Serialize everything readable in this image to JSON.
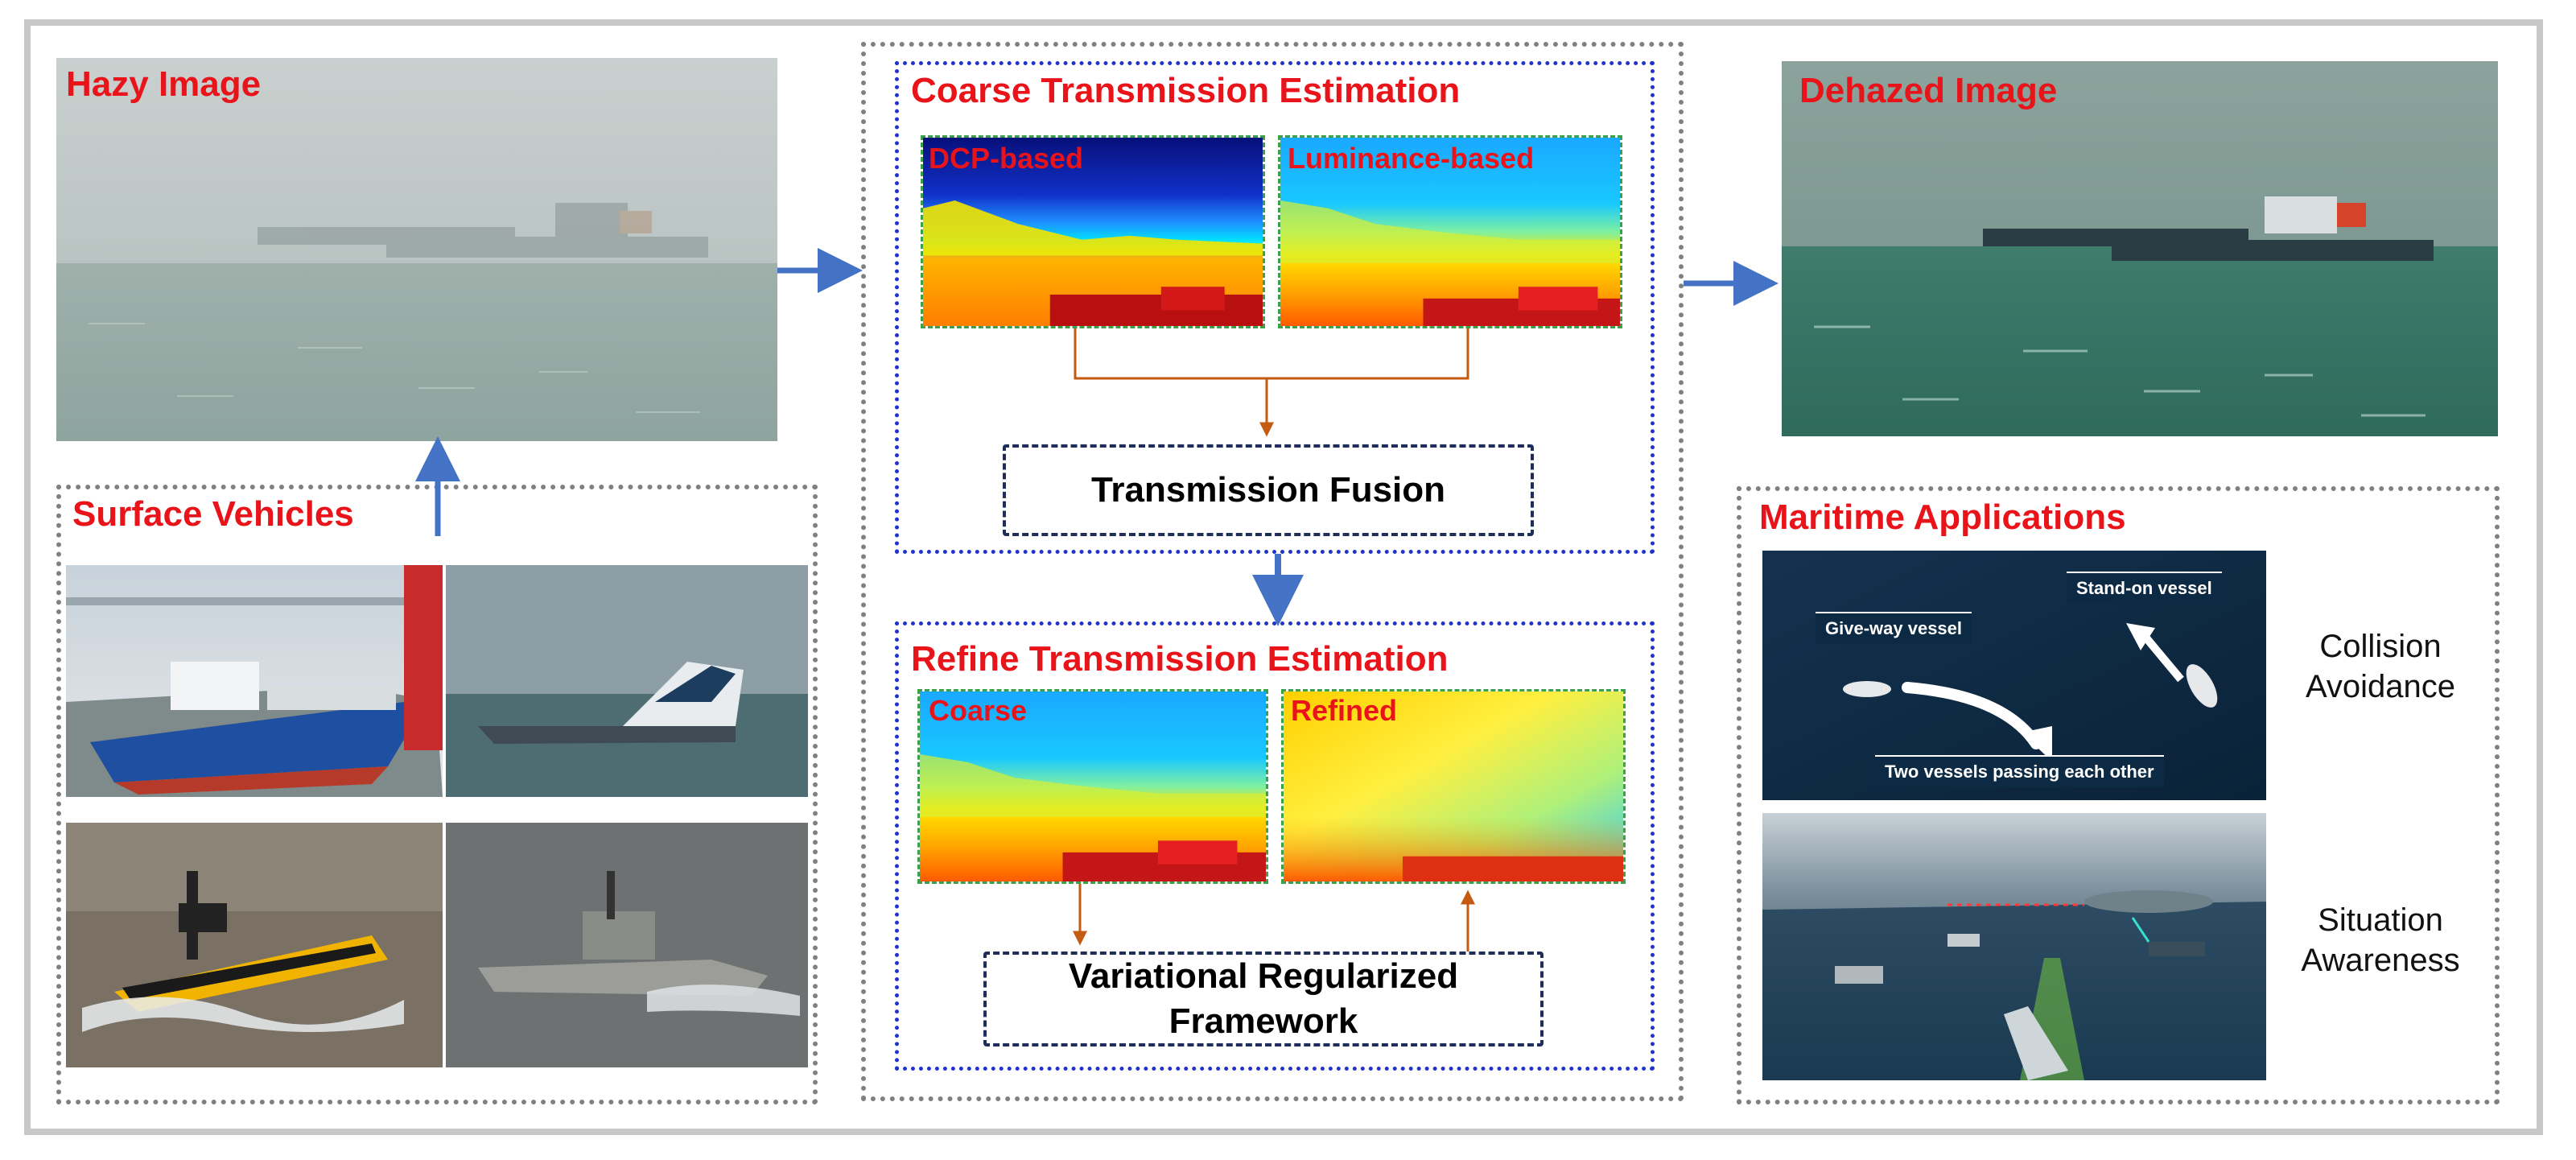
{
  "panels": {
    "hazy_image": {
      "title": "Hazy Image"
    },
    "surface_vehicles": {
      "title": "Surface Vehicles"
    },
    "coarse": {
      "title": "Coarse Transmission Estimation",
      "left_map_label": "DCP-based",
      "right_map_label": "Luminance-based",
      "fusion_box": "Transmission Fusion"
    },
    "refine": {
      "title": "Refine Transmission Estimation",
      "left_map_label": "Coarse",
      "right_map_label": "Refined",
      "framework_line1": "Variational Regularized",
      "framework_line2": "Framework"
    },
    "dehazed_image": {
      "title": "Dehazed Image"
    },
    "maritime": {
      "title": "Maritime Applications",
      "collision": {
        "line1": "Collision",
        "line2": "Avoidance",
        "callout_give_way": "Give-way vessel",
        "callout_stand_on": "Stand-on vessel",
        "callout_passing": "Two vessels passing each other"
      },
      "situation": {
        "line1": "Situation",
        "line2": "Awareness"
      }
    }
  },
  "colors": {
    "title_red": "#e8141a",
    "flow_arrow_blue": "#4472c4",
    "connector_orange": "#c55a11",
    "coarse_frame_blue": "#2233cc",
    "box_border_navy": "#1f2d5a"
  }
}
